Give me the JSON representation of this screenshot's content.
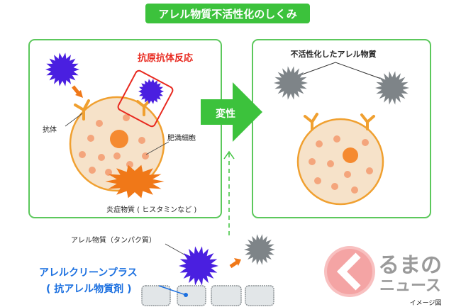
{
  "title": "アレル物質不活性化のしくみ",
  "left_panel": {
    "heading": "抗原抗体反応",
    "antibody_label": "抗体",
    "mast_cell_label": "肥満細胞",
    "inflammatory_label": "炎症物質 ( ヒスタミンなど )"
  },
  "arrow_label": "変性",
  "right_panel": {
    "heading": "不活性化したアレル物質"
  },
  "bottom": {
    "allergen_label": "アレル物質（タンパク質）",
    "product_name": "アレルクリーンプラス",
    "product_sub": "( 抗アレル物質剤 )"
  },
  "logo": {
    "line1": "るまの",
    "line2": "ニュース",
    "caption": "イメージ図"
  },
  "colors": {
    "green": "#3cc23c",
    "allergen": "#4a1fe0",
    "inactive": "#7e8488",
    "orange": "#f07818",
    "cell": "#f6e2c9",
    "red": "#e8281e",
    "blue": "#1a6fe0"
  }
}
